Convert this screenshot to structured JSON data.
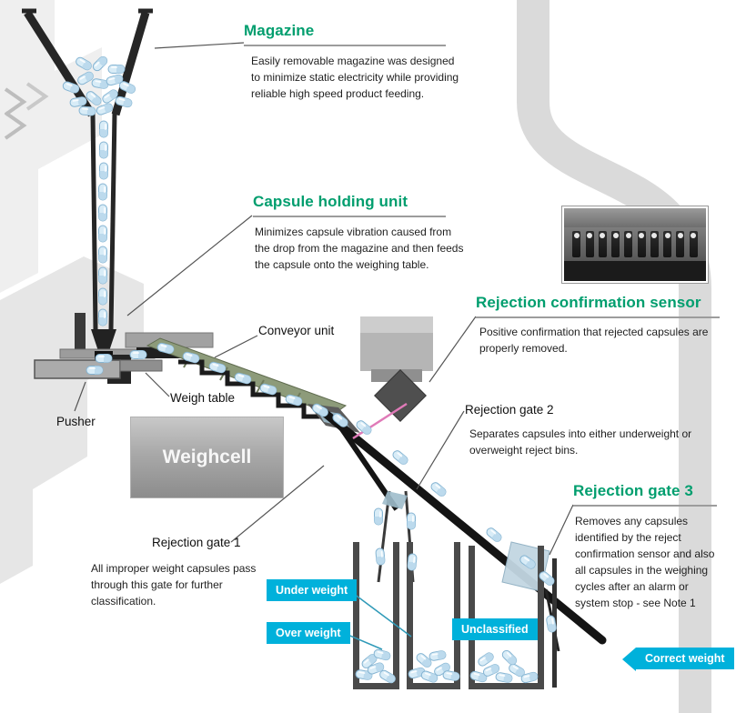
{
  "callouts": {
    "magazine": {
      "title": "Magazine",
      "description": "Easily removable magazine was designed to minimize static electricity while providing reliable high speed product feeding."
    },
    "capsule_holding_unit": {
      "title": "Capsule holding unit",
      "description": "Minimizes capsule vibration caused from the drop from the magazine and then feeds the capsule onto the weighing table."
    },
    "rejection_confirmation_sensor": {
      "title": "Rejection confirmation sensor",
      "description": "Positive confirmation that rejected capsules are properly removed."
    },
    "rejection_gate_1": {
      "title": "Rejection gate 1",
      "description": "All improper weight capsules pass through this gate for further classification."
    },
    "rejection_gate_2": {
      "title": "Rejection gate 2",
      "description": "Separates capsules into either underweight or overweight reject bins."
    },
    "rejection_gate_3": {
      "title": "Rejection gate 3",
      "description": "Removes any capsules identified by the reject confirmation sensor and also all capsules in the weighing cycles after an alarm or system stop - see Note 1"
    }
  },
  "part_labels": {
    "conveyor_unit": "Conveyor unit",
    "weigh_table": "Weigh table",
    "pusher": "Pusher",
    "weighcell": "Weighcell"
  },
  "badges": {
    "under_weight": "Under weight",
    "over_weight": "Over weight",
    "unclassified": "Unclassified",
    "correct_weight": "Correct weight"
  },
  "colors": {
    "heading_green": "#009e6e",
    "badge_cyan": "#00b1db",
    "conveyor_green": "#8d9b7a",
    "capsule_blue": "#d8ecf7",
    "band_gray": "#dadada"
  }
}
